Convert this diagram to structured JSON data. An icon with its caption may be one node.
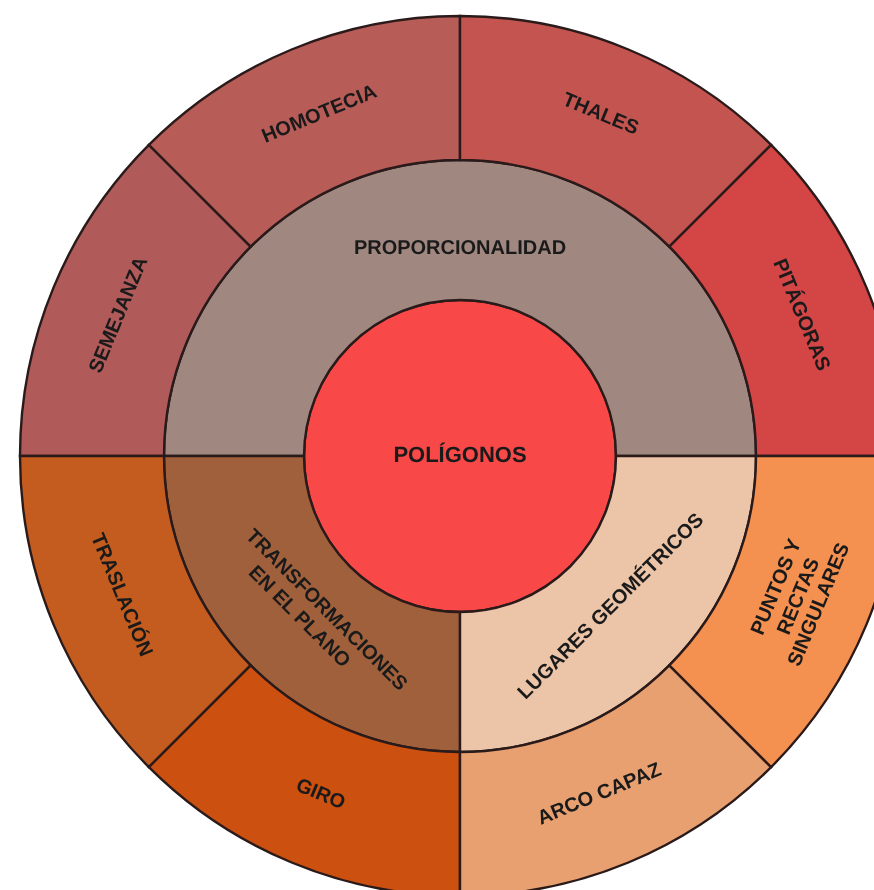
{
  "diagram": {
    "nodes": [
      {
        "text": [
          "POLÍGONOS"
        ]
      },
      {
        "text": [
          "PROPORCIONALIDAD"
        ]
      },
      {
        "text": [
          "TRANSFORMACIONES EN EL PLANO"
        ]
      },
      {
        "text": [
          "LUGARES GEOMÉTRICOS"
        ]
      },
      {
        "text": [
          "SEMEJANZA"
        ]
      },
      {
        "text": [
          "HOMOTECIA"
        ]
      },
      {
        "text": [
          "THALES"
        ]
      },
      {
        "text": [
          "PITÁGORAS"
        ]
      },
      {
        "text": [
          "TRASLACIÓN"
        ]
      },
      {
        "text": [
          "GIRO"
        ]
      },
      {
        "text": [
          "ARCO CAPAZ"
        ]
      },
      {
        "text": [
          "PUNTOS Y RECTAS SINGULARES"
        ]
      }
    ]
  }
}
